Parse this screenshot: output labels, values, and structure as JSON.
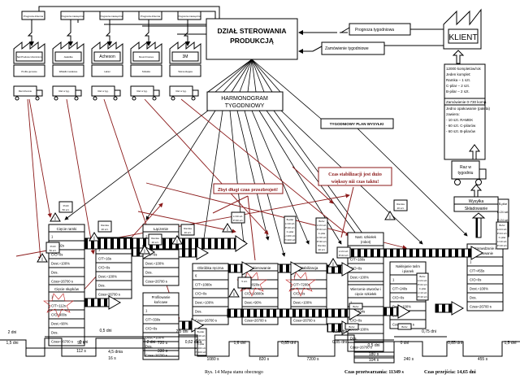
{
  "control": {
    "title_line1": "DZIAŁ STEROWANIA",
    "title_line2": "PRODUKCJĄ"
  },
  "schedule": {
    "line1": "HARMONOGRAM",
    "line2": "TYGODNIOWY"
  },
  "shipping_plan": "TYGODNIOWY PLAN WYSYŁKI",
  "customer": {
    "name": "KLIENT",
    "forecast": "Prognoza tygodniowa",
    "order": "Zamówienie tygodniowe",
    "demand_lines": [
      "12000 kompletów/rok",
      "Jeden komplet:",
      "Ramka – 1 szt.",
      "C-pilar – 2 szt.",
      "B-pilar – 2 szt."
    ],
    "order_line": "Zamówienie 0-730 komp.",
    "package_lines": [
      "Jedno opakowanie (paleta)",
      "zawiera:",
      "- 10 szt. RAMEK",
      "- 60 szt. C-pilarów",
      "- 60 szt. B-pilarów"
    ],
    "truck_label_line1": "Raz w",
    "truck_label_line2": "tygodniu"
  },
  "suppliers": [
    {
      "forecast": "Prognoza dzienna",
      "name": "Sati Producer Aluminium",
      "material": "Profile gumowe",
      "truck": "Raz dziennie"
    },
    {
      "forecast": "Prognoza miesięczna",
      "name": "Jaskółka",
      "material": "Wkładki metalowe",
      "truck": "Raz w tyg."
    },
    {
      "forecast": "Prognoza miesięczna",
      "name": "Acheson",
      "material": "Lakier",
      "truck": "Raz w tyg."
    },
    {
      "forecast": "Prognoza dzienna",
      "name": "Mount Frames",
      "material": "Szkiełko",
      "truck": "Raz w tyg."
    },
    {
      "forecast": "Prognoza miesięczna",
      "name": "3M",
      "material": "Taśma klejąca",
      "truck": "Raz w tyg."
    }
  ],
  "callouts": [
    {
      "text": "Zbyt długi czas przezbrojeń!"
    },
    {
      "text_line1": "Czas stabilizacji jest dużo",
      "text_line2": "większy niż czas taktu!"
    }
  ],
  "processes": [
    {
      "name": "Cięcie ramki",
      "rows": [
        "1",
        "C/T=92s",
        "C/O=0s",
        "Dost.=100%",
        "Dos.",
        "Czas=26700 s"
      ]
    },
    {
      "name": "Cięcie słupków",
      "rows": [
        "1",
        "C/T=112s",
        "C/O=900s",
        "Dost.=90%",
        "Dos.",
        "Czas=26700 s"
      ]
    },
    {
      "name": "Wyginanie",
      "rows": [
        "1",
        "C/T=16s",
        "C/O=0s",
        "Dost.=100%",
        "Dos.",
        "Czas=26700 s"
      ]
    },
    {
      "name": "Łączenie",
      "rows": [
        "2",
        "C/T=720s",
        "C/O=0s",
        "Dost.=100%",
        "Dos.",
        "Czas=26700 s"
      ]
    },
    {
      "name": "Profilowanie końcowe",
      "rows": [
        "1",
        "C/T=330s",
        "C/O=0s",
        "Dost.=100%",
        "Dos.",
        "Czas=26700 s"
      ]
    },
    {
      "name": "Obróbka ręczna",
      "rows": [
        "6",
        "C/T=1080s",
        "C/O=0s",
        "Dost.=100%",
        "Dos.",
        "Czas=26700 s"
      ]
    },
    {
      "name": "Lakierowanie",
      "rows": [
        "2",
        "C/T=820s",
        "C/O=10800s",
        "Dost.=90%",
        "Dos.",
        "Czas=26700 s"
      ]
    },
    {
      "name": "Stabilizacja",
      "rows": [
        "1",
        "C/T=7200s",
        "C/O=0s",
        "Dost.=100%",
        "Dos.",
        "Czas=26700 s"
      ]
    },
    {
      "name": "Nast. szkiełek (robot)",
      "rows": [
        "1",
        "C/T=180s",
        "C/O=0s",
        "Dost.=100%",
        "Dos.",
        "Czas=26700 s"
      ]
    },
    {
      "name": "Wiercenie otworów i cięcie szkiełek",
      "rows": [
        "1",
        "C/T=104s",
        "C/O=0s",
        "Dost.=100%",
        "Dos.",
        "Czas=26700 s"
      ]
    },
    {
      "name": "Naklejanie taśm i pianek",
      "rows": [
        "1",
        "C/T=240s",
        "C/O=0s",
        "Dost.=100%",
        "Dos.",
        "Czas=26700 s"
      ]
    },
    {
      "name": "Sprawdzanie i pakowanie",
      "rows": [
        "1",
        "C/T=455s",
        "C/O=0s",
        "Dost.=100%",
        "Dos.",
        "Czas=26700 s"
      ]
    }
  ],
  "shipping_box": {
    "line1": "Wysyłka",
    "line2": "Składowanie"
  },
  "inventory": [
    {
      "label_line1": "Profil",
      "label_line2": "50 szt."
    },
    {
      "label_line1": "Ramka",
      "label_line2": "20 szt."
    },
    {
      "label_line1": "Profil",
      "label_line2": "50 szt."
    },
    {
      "label_line1": "Bufor",
      "label_line2": "L=12szt."
    },
    {
      "label_line1": "Ramka",
      "label_line2": "20 szt."
    },
    {
      "label_line1": "Ramka",
      "label_line2": "20 szt."
    },
    {
      "label_line1": "L=30 szt.",
      "label_line2": "P=30 szt."
    },
    {
      "label_line1": "L=24 szt.",
      "label_line2": "P=24 szt."
    },
    {
      "label_line1": "5 szt.",
      "label_line2": ""
    },
    {
      "label_line1": "Ramka",
      "label_line2": "20 szt."
    }
  ],
  "buffers": {
    "bufor": "Bufor",
    "cpilar": "C-pilar",
    "bpilar": "B-pilar",
    "stack1": [
      "Bufor",
      "L=24 szt.",
      "P=24 szt.",
      "C-pilar",
      "L=30 szt.",
      "P=30 szt.",
      "Ramka",
      "20 szt."
    ],
    "stack2": [
      "B-pilar",
      "L=40 szt.",
      "P=40 szt.",
      "C-pilar",
      "L=100 szt.",
      "P=100 szt."
    ],
    "stack3": [
      "B-pilar",
      "L=24 szt.",
      "P=24 szt.",
      "C-pilar",
      "L=24 szt."
    ],
    "stack4": [
      "Bufor",
      "L=24 szt.",
      "P=24 szt.",
      "C-pilar",
      "L=10 szt.",
      "P=10 szt."
    ],
    "cpilar_small": [
      "C-pilar",
      "L=10szt.",
      "P=150 szt."
    ]
  },
  "timeline": {
    "upper": [
      "2 dni",
      "1,5 dni",
      "0,5 dni",
      "0 dni",
      "4,5 dnia",
      "2 dni",
      "2,5 dni",
      "0,62 dnia",
      "1,6 dni",
      "0,85 dni",
      "0,55 dni",
      "0,85 dni",
      "0,5 dni",
      "0 dni",
      "0,75 dni",
      "0,85 dni",
      "1,5 dni"
    ],
    "lower": [
      "92 s",
      "112 s",
      "16 s",
      "720 s",
      "330 s",
      "1080 s",
      "820 s",
      "7200 s",
      "180 s",
      "104 s",
      "240 s",
      "455 s"
    ],
    "processing_time": "Czas przetwarzania: 11349 s",
    "lead_time": "Czas przejścia: 14,65 dni"
  },
  "caption": "Rys. 14 Mapa stanu obecnego",
  "colors": {
    "line": "#000000",
    "info_red": "#8b1a1a",
    "callout_text": "#8b1a1a"
  }
}
